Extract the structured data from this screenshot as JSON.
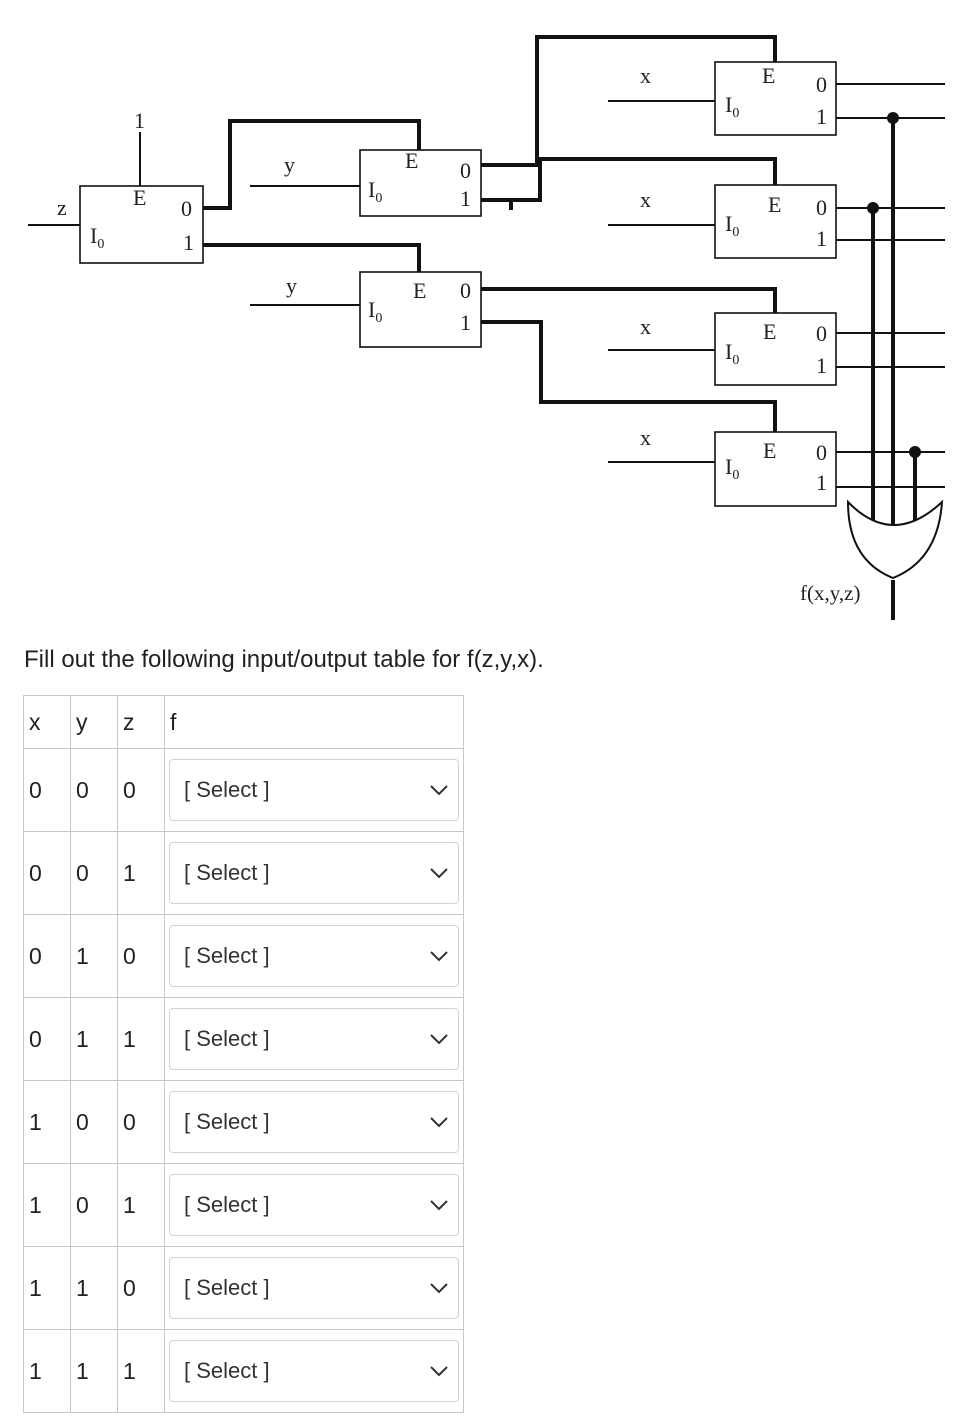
{
  "diagram": {
    "decoder_labels": {
      "enable": "E",
      "input": "I",
      "input_sub": "0",
      "out0": "0",
      "out1": "1"
    },
    "level1": {
      "enable_value": "1",
      "input_var": "z"
    },
    "level2": [
      {
        "input_var": "y"
      },
      {
        "input_var": "y"
      }
    ],
    "level3": [
      {
        "input_var": "x"
      },
      {
        "input_var": "x"
      },
      {
        "input_var": "x"
      },
      {
        "input_var": "x"
      }
    ],
    "output_label": "f(x,y,z)"
  },
  "prompt": "Fill out the following input/output table for f(z,y,x).",
  "table": {
    "headers": [
      "x",
      "y",
      "z",
      "f"
    ],
    "rows": [
      {
        "x": "0",
        "y": "0",
        "z": "0",
        "f": "[ Select ]"
      },
      {
        "x": "0",
        "y": "0",
        "z": "1",
        "f": "[ Select ]"
      },
      {
        "x": "0",
        "y": "1",
        "z": "0",
        "f": "[ Select ]"
      },
      {
        "x": "0",
        "y": "1",
        "z": "1",
        "f": "[ Select ]"
      },
      {
        "x": "1",
        "y": "0",
        "z": "0",
        "f": "[ Select ]"
      },
      {
        "x": "1",
        "y": "0",
        "z": "1",
        "f": "[ Select ]"
      },
      {
        "x": "1",
        "y": "1",
        "z": "0",
        "f": "[ Select ]"
      },
      {
        "x": "1",
        "y": "1",
        "z": "1",
        "f": "[ Select ]"
      }
    ]
  }
}
